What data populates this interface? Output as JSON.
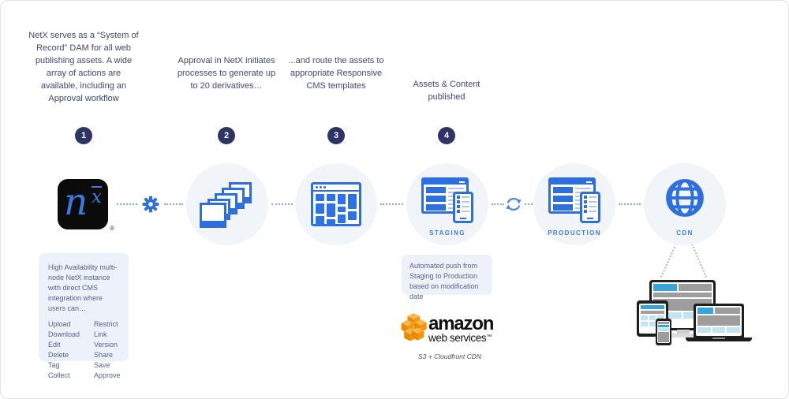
{
  "steps": [
    {
      "number": "1",
      "text": "NetX serves as a “System of Record” DAM for all web publishing assets. A wide array of actions are available, including an Approval workflow"
    },
    {
      "number": "2",
      "text": "Approval in NetX initiates processes to generate up to 20 derivatives…"
    },
    {
      "number": "3",
      "text": "...and route the assets to appropriate Responsive CMS templates"
    },
    {
      "number": "4",
      "text": "Assets & Content published"
    }
  ],
  "logo": {
    "n": "n",
    "x": "x",
    "registered": "®"
  },
  "labels": {
    "staging": "STAGING",
    "production": "PRODUCTION",
    "cdn": "CDN"
  },
  "netx_panel": {
    "description": "High Availability multi-node NetX instance with direct CMS integration where users can…",
    "actions_left": [
      "Upload",
      "Download",
      "Edit",
      "Delete",
      "Tag",
      "Collect"
    ],
    "actions_right": [
      "Restrict",
      "Link",
      "Version",
      "Share",
      "Save",
      "Approve"
    ]
  },
  "staging_note": "Automated push from Staging to Production based on modification date",
  "aws": {
    "name": "amazon",
    "tagline": "web services",
    "trademark": "™",
    "caption": "S3 + Cloudfront CDN"
  },
  "colors": {
    "accent_blue": "#2e6fdf",
    "navy_text": "#3e4a75",
    "badge_navy": "#2c3565",
    "panel_bg": "#edf1f9",
    "label_blue": "#3f7ce0",
    "aws_orange": "#f79400",
    "device_blue": "#38a5da",
    "device_gray": "#9d9d9d"
  }
}
